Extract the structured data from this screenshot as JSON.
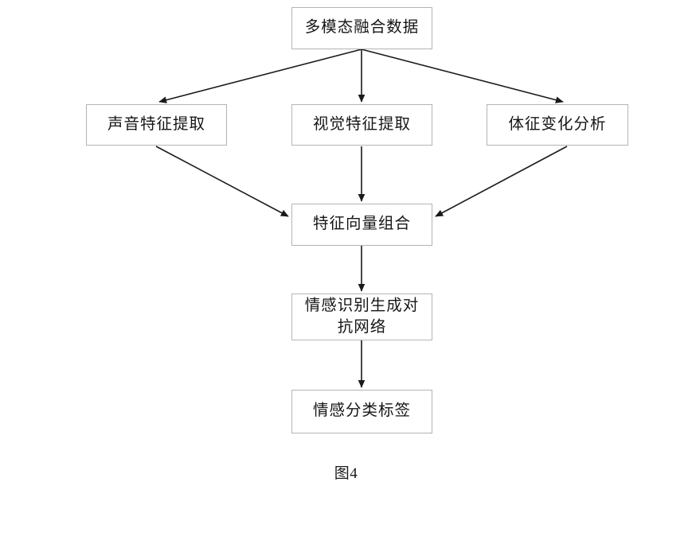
{
  "figure": {
    "caption": "图4",
    "background_color": "#ffffff",
    "box_border_color": "#b4b4b4",
    "edge_color": "#1a1a1a",
    "text_color": "#151515"
  },
  "nodes": [
    {
      "id": "fusion",
      "label": "多模态融合数据"
    },
    {
      "id": "audio",
      "label": "声音特征提取"
    },
    {
      "id": "visual",
      "label": "视觉特征提取"
    },
    {
      "id": "vital",
      "label": "体征变化分析"
    },
    {
      "id": "featvec",
      "label": "特征向量组合"
    },
    {
      "id": "gan",
      "label": "情感识别生成对\n抗网络"
    },
    {
      "id": "emotion",
      "label": "情感分类标签"
    }
  ],
  "edges": [
    {
      "id": "fusion-to-audio",
      "from": "fusion",
      "to": "audio",
      "style": "arrow"
    },
    {
      "id": "fusion-to-visual",
      "from": "fusion",
      "to": "visual",
      "style": "arrow"
    },
    {
      "id": "fusion-to-vital",
      "from": "fusion",
      "to": "vital",
      "style": "arrow"
    },
    {
      "id": "audio-to-featvec",
      "from": "audio",
      "to": "featvec",
      "style": "arrow"
    },
    {
      "id": "visual-to-featvec",
      "from": "visual",
      "to": "featvec",
      "style": "arrow"
    },
    {
      "id": "vital-to-featvec",
      "from": "vital",
      "to": "featvec",
      "style": "arrow"
    },
    {
      "id": "featvec-to-gan",
      "from": "featvec",
      "to": "gan",
      "style": "arrow"
    },
    {
      "id": "gan-to-emotion",
      "from": "gan",
      "to": "emotion",
      "style": "arrow"
    }
  ]
}
